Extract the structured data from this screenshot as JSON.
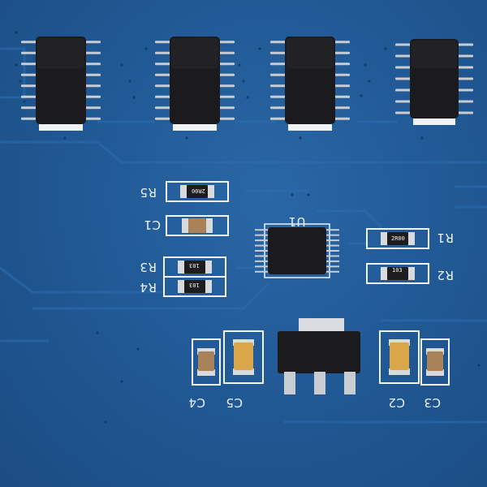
{
  "components": {
    "r5": {
      "label": "R5",
      "marking": "2R00"
    },
    "c1": {
      "label": "C1"
    },
    "r3": {
      "label": "R3",
      "marking": "103"
    },
    "r4": {
      "label": "R4",
      "marking": "103"
    },
    "u1": {
      "label": "U1"
    },
    "r1": {
      "label": "R1",
      "marking": "2R00"
    },
    "r2": {
      "label": "R2",
      "marking": "103"
    },
    "c4": {
      "label": "C4"
    },
    "c5": {
      "label": "C5"
    },
    "c2": {
      "label": "C2"
    },
    "c3": {
      "label": "C3"
    }
  },
  "colors": {
    "solder_mask": "#215a96",
    "silkscreen": "#e9f1fb",
    "ic_body": "#1b1b1d",
    "tantalum": "#d9a64a",
    "ceramic_cap": "#a9825a",
    "pin": "#c9ccd0"
  }
}
